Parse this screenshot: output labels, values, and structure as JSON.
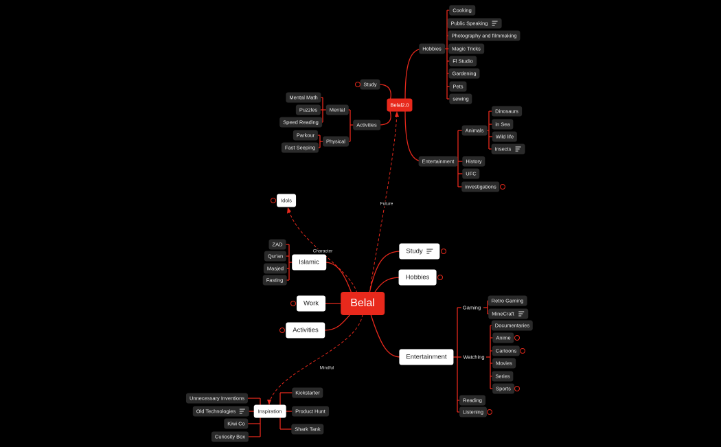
{
  "colors": {
    "accent": "#e8291c",
    "dark_node": "#2a2a2a",
    "background": "#000000"
  },
  "root": {
    "label": "Belal"
  },
  "belal2": {
    "label": "Belal2.0"
  },
  "relations": {
    "future": "Future",
    "character": "Character",
    "mindful": "Mindful"
  },
  "nodes": {
    "study": "Study",
    "hobbies": "Hobbies",
    "entertainment": "Entertainment",
    "work": "Work",
    "activities": "Activities",
    "islamic": "Islamic",
    "idols": "Idols",
    "inspiration": "Inspiration",
    "b2_study": "Study",
    "b2_activities": "Activities",
    "b2_hobbies": "Hobbies",
    "b2_entertainment": "Entertainment",
    "mental": "Mental",
    "physical": "Physical",
    "animals": "Animals",
    "gaming": "Gaming",
    "watching": "Watching"
  },
  "lists": {
    "b2_hobbies": [
      "Cooking",
      "Public Speaking",
      "Photography and filmmaking",
      "Magic Tricks",
      "Fl Studio",
      "Gardening",
      "Pets",
      "sewing"
    ],
    "mental": [
      "Mental Math",
      "Puzzles",
      "Speed Reading"
    ],
    "physical": [
      "Parkour",
      "Fast Seeping"
    ],
    "animals": [
      "Dinosaurs",
      "in Sea",
      "Wild life",
      "Insects"
    ],
    "b2_entertainment_rest": [
      "History",
      "UFC",
      "investigations"
    ],
    "islamic": [
      "ZAD",
      "Qur'an",
      "Masjed",
      "Fasting"
    ],
    "gaming": [
      "Retro Gaming",
      "MineCraft"
    ],
    "watching": [
      "Documentaries",
      "Anime",
      "Cartoons",
      "Movies",
      "Series",
      "Sports"
    ],
    "entertainment_rest": [
      "Reading",
      "Listening"
    ],
    "inspiration_left": [
      "Unnecessary Inventions",
      "Old Technologies",
      "Kiwi Co",
      "Curiosity Box"
    ],
    "inspiration_right": [
      "Kickstarter",
      "Product Hunt",
      "Shark Tank"
    ]
  },
  "icons": [
    "notes-icon",
    "count-badge-icon"
  ]
}
